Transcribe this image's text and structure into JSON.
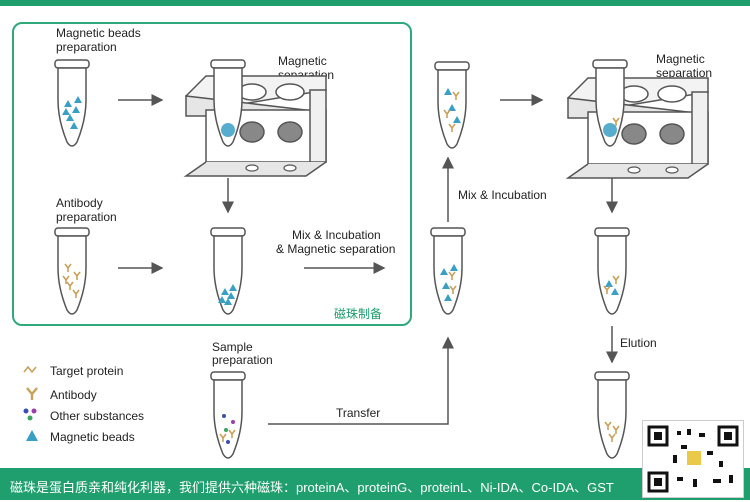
{
  "labels": {
    "beads_prep": [
      "Magnetic beads",
      "preparation"
    ],
    "mag_sep_1": [
      "Magnetic",
      "separation"
    ],
    "antibody_prep": [
      "Antibody",
      "preparation"
    ],
    "mix_inc_sep": [
      "Mix & Incubation",
      "& Magnetic separation"
    ],
    "mix_inc": "Mix & Incubation",
    "mag_sep_2": [
      "Magnetic",
      "separation"
    ],
    "sample_prep": [
      "Sample",
      "preparation"
    ],
    "transfer": "Transfer",
    "elution": "Elution",
    "panel_tag": "磁珠制备"
  },
  "legend": {
    "target_protein": "Target protein",
    "antibody": "Antibody",
    "other_substances": "Other substances",
    "magnetic_beads": "Magnetic beads"
  },
  "footer": "磁珠是蛋白质亲和纯化利器，我们提供六种磁珠：proteinA、proteinG、proteinL、Ni-IDA、Co-IDA、GST",
  "colors": {
    "accent": "#1f9e6e",
    "bead": "#3a9fc4",
    "antibody": "#c9a15a"
  }
}
